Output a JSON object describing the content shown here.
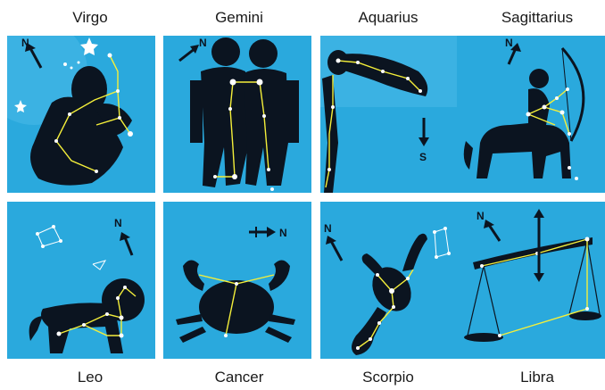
{
  "colors": {
    "sky": "#2aa9dd",
    "sky_light": "#5cc3ee",
    "figure": "#0b1420",
    "constellation_line": "#f4ef3a",
    "star": "#ffffff"
  },
  "panels": [
    {
      "name": "Virgo",
      "direction_label": "N",
      "figure_icon": "maiden-silhouette"
    },
    {
      "name": "Gemini",
      "direction_label": "N",
      "figure_icon": "twins-silhouette"
    },
    {
      "name": "Aquarius",
      "direction_label": "S",
      "figure_icon": "water-bearer-silhouette"
    },
    {
      "name": "Sagittarius",
      "direction_label": "N",
      "figure_icon": "archer-centaur-silhouette"
    },
    {
      "name": "Leo",
      "direction_label": "N",
      "figure_icon": "lion-silhouette"
    },
    {
      "name": "Cancer",
      "direction_label": "N",
      "figure_icon": "crab-silhouette"
    },
    {
      "name": "Scorpio",
      "direction_label": "N",
      "figure_icon": "scorpion-silhouette"
    },
    {
      "name": "Libra",
      "direction_label": "N",
      "figure_icon": "scales-silhouette"
    }
  ]
}
